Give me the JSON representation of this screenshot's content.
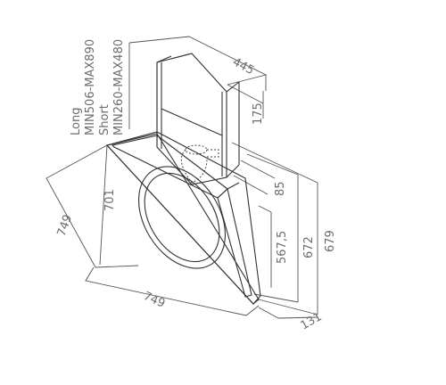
{
  "labels": {
    "long": "Long",
    "long_range": "MIN506-MAX890",
    "short": "Short",
    "short_range": "MIN260-MAX480"
  },
  "dimensions": {
    "d445": "445",
    "d175": "175",
    "d85": "85",
    "d701": "701",
    "d749_left": "749",
    "d749_bottom": "749",
    "d567": "567,5",
    "d672": "672",
    "d679": "679",
    "d131": "131"
  }
}
